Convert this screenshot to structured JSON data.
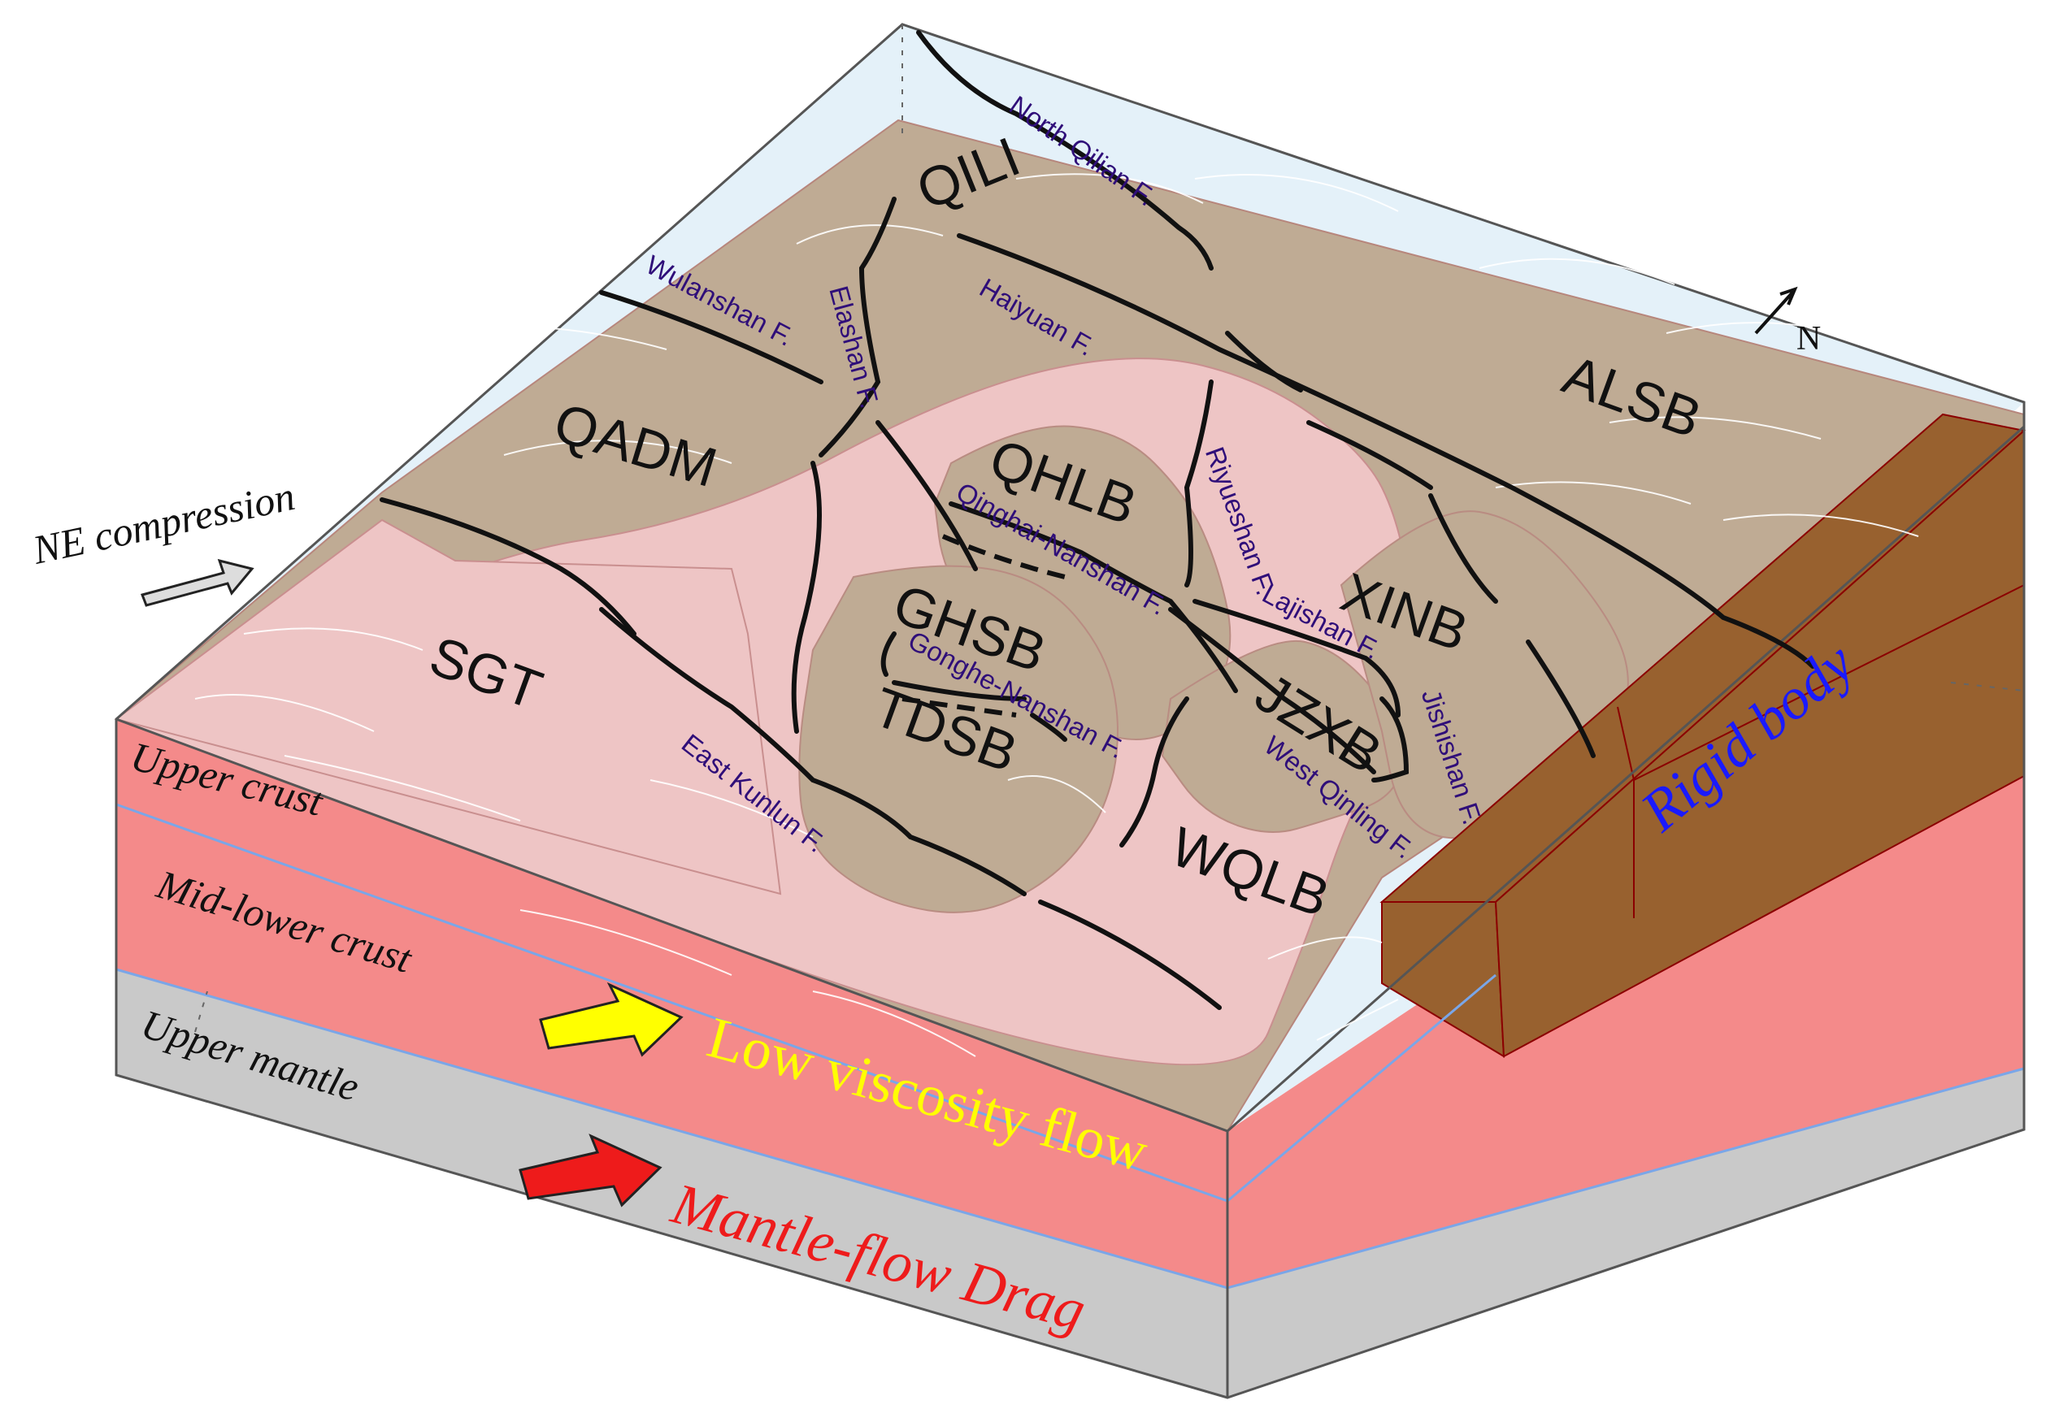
{
  "blocks": {
    "qili": "QILI",
    "qadm": "QADM",
    "alsb": "ALSB",
    "qhlb": "QHLB",
    "xinb": "XINB",
    "ghsb": "GHSB",
    "tdsb": "TDSB",
    "jzxb": "JZXB",
    "sgt": "SGT",
    "wqlb": "WQLB"
  },
  "faults": {
    "north_qilian": "North Qilian F.",
    "wulanshan": "Wulanshan F.",
    "elashan": "Elashan F.",
    "haiyuan": "Haiyuan F.",
    "riyueshan": "Riyueshan F.",
    "qinghai_nanshan": "Qinghai-Nanshan F.",
    "lajishan": "Lajishan F.",
    "jishishan": "Jishishan F.",
    "gonghe_nanshan": "Gonghe-Nanshan F.",
    "east_kunlun": "East Kunlun F.",
    "west_qinling": "West Qinling F."
  },
  "layers": {
    "upper_crust": "Upper crust",
    "mid_lower_crust": "Mid-lower crust",
    "upper_mantle": "Upper mantle"
  },
  "forces": {
    "ne_compression": "NE compression",
    "low_viscosity_flow": "Low viscosity flow",
    "mantle_flow_drag": "Mantle-flow Drag",
    "rigid_body": "Rigid body"
  },
  "north": "N",
  "colors": {
    "brown_block": "#bfab94",
    "pink_zone": "#eec5c5",
    "crust_red": "#f48a8a",
    "mantle_gray": "#c9c9c9",
    "sky": "#e4f1f9",
    "rigid": "#98612f",
    "fault_text": "#2f0e79",
    "flow_yellow": "#ffff00",
    "drag_red": "#ee1b1b",
    "rigid_text": "#1a1aff"
  }
}
